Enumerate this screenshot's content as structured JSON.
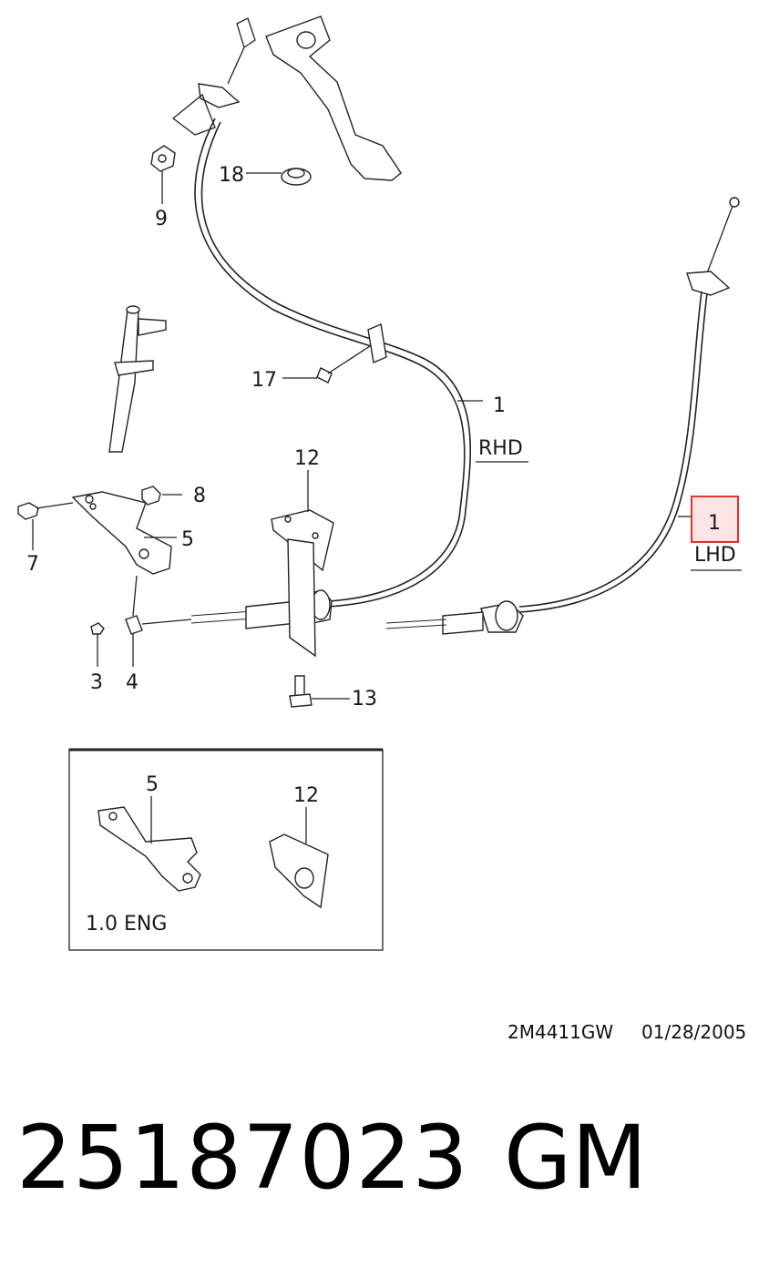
{
  "diagram": {
    "callouts": [
      {
        "id": "label-1-rhd",
        "text": "1"
      },
      {
        "id": "label-1-lhd",
        "text": "1"
      },
      {
        "id": "label-3",
        "text": "3"
      },
      {
        "id": "label-4",
        "text": "4"
      },
      {
        "id": "label-5",
        "text": "5"
      },
      {
        "id": "label-7",
        "text": "7"
      },
      {
        "id": "label-8",
        "text": "8"
      },
      {
        "id": "label-9",
        "text": "9"
      },
      {
        "id": "label-12",
        "text": "12"
      },
      {
        "id": "label-13",
        "text": "13"
      },
      {
        "id": "label-17",
        "text": "17"
      },
      {
        "id": "label-18",
        "text": "18"
      }
    ],
    "variant_labels": {
      "rhd": "RHD",
      "lhd": "LHD"
    },
    "inset": {
      "title": "1.0 ENG",
      "callouts": [
        "5",
        "12"
      ]
    },
    "highlight_color": "#e03030",
    "highlight_fill": "#fde4e4"
  },
  "footer": {
    "doc_code": "2M4411GW",
    "doc_date": "01/28/2005",
    "part_number": "25187023",
    "brand": "GM"
  }
}
